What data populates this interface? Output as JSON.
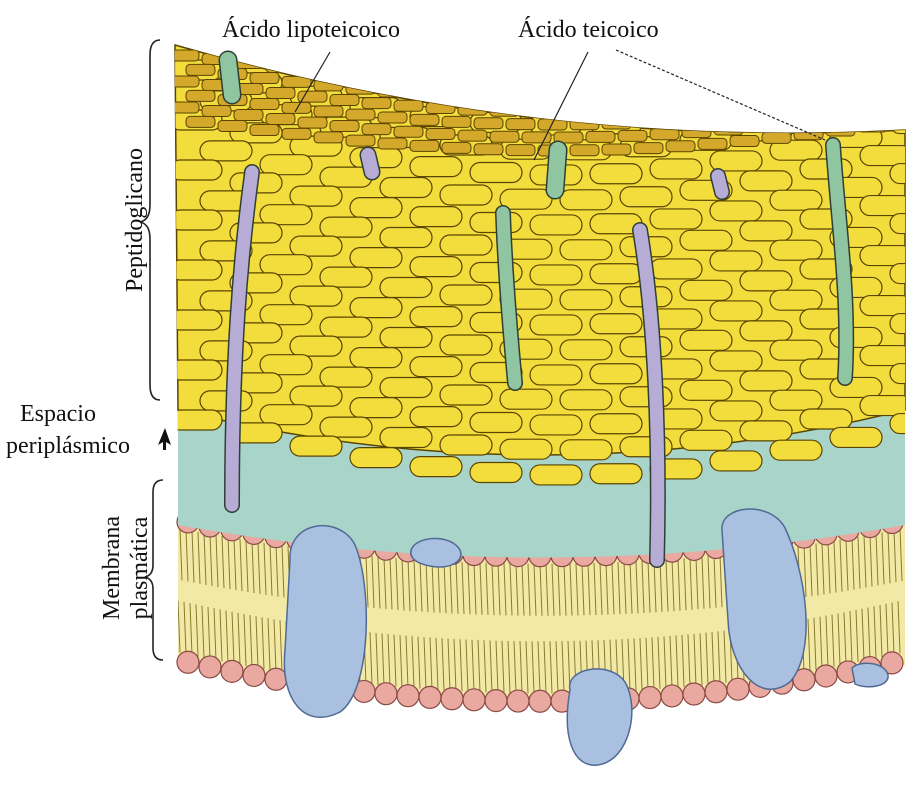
{
  "labels": {
    "lipoteichoic_acid": "Ácido lipoteicoico",
    "teichoic_acid": "Ácido teicoico",
    "peptidoglycan": "Peptidoglicano",
    "periplasmic_line1": "Espacio",
    "periplasmic_line2": "periplásmico",
    "membrane_line1": "Membrana",
    "membrane_line2": "plasmática"
  },
  "colors": {
    "peptidoglycan_cell": "#f3dd3c",
    "peptidoglycan_cell_dark": "#d4a82a",
    "peptidoglycan_stroke": "#5a4400",
    "periplasm": "#a9d4c9",
    "membrane_core": "#f3e9a6",
    "lipid_head": "#e9a9a0",
    "lipid_head_stroke": "#8a4a44",
    "protein": "#a9c0e0",
    "protein_stroke": "#4f6a94",
    "teichoic_rod": "#8fc5a0",
    "lipoteichoic_rod": "#b6acd6"
  }
}
